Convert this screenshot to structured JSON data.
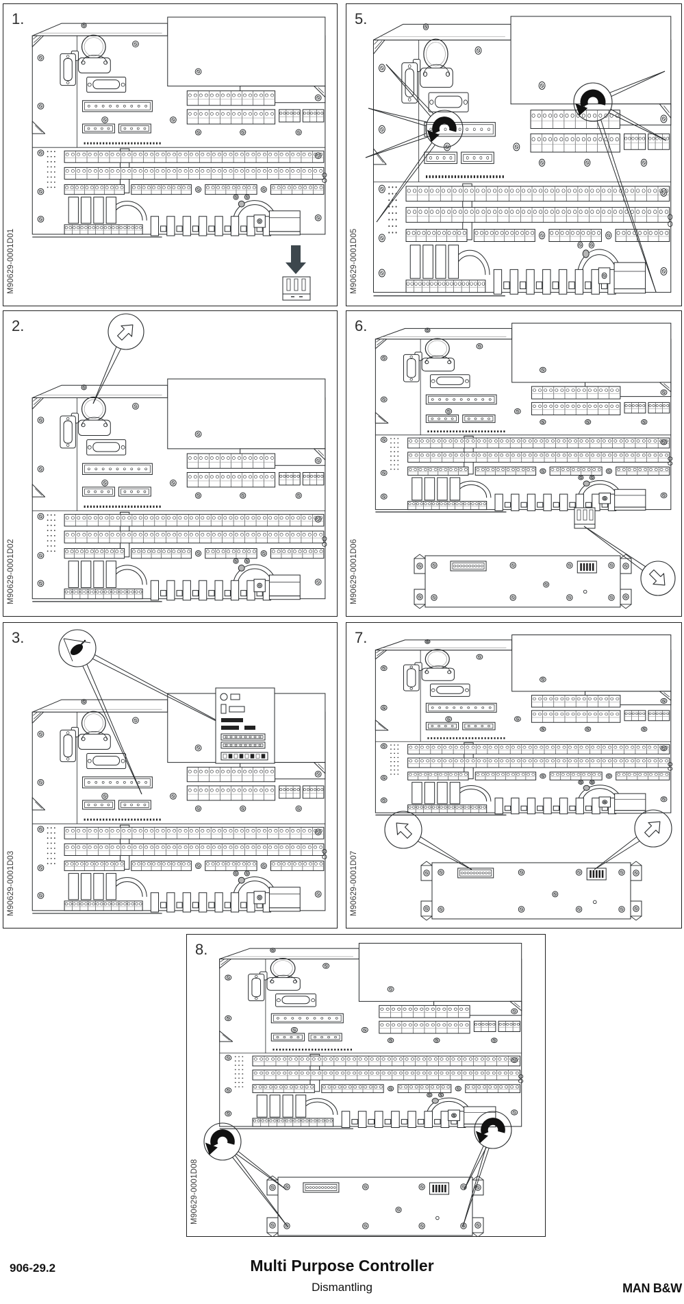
{
  "document": {
    "section_number": "906-29.2",
    "title": "Multi Purpose Controller",
    "subtitle": "Dismantling",
    "brand": "MAN B&W"
  },
  "panels": [
    {
      "step": "1.",
      "figure_id": "M90629-0001D01",
      "icons": [
        "arrow-down-icon",
        "removed-plug-icon"
      ]
    },
    {
      "step": "2.",
      "figure_id": "M90629-0001D02",
      "icons": [
        "arrow-up-right-circle-icon"
      ]
    },
    {
      "step": "3.",
      "figure_id": "M90629-0001D03",
      "icons": [
        "marker-pen-circle-icon",
        "switch-inset-panel"
      ]
    },
    {
      "step": "5.",
      "figure_id": "M90629-0001D05",
      "icons": [
        "rotate-counterclockwise-icon",
        "rotate-counterclockwise-icon"
      ]
    },
    {
      "step": "6.",
      "figure_id": "M90629-0001D06",
      "icons": [
        "arrow-down-right-circle-icon"
      ]
    },
    {
      "step": "7.",
      "figure_id": "M90629-0001D07",
      "icons": [
        "arrow-up-left-circle-icon",
        "arrow-up-right-circle-icon"
      ]
    },
    {
      "step": "8.",
      "figure_id": "M90629-0001D08",
      "icons": [
        "rotate-counterclockwise-icon",
        "rotate-counterclockwise-icon"
      ]
    }
  ]
}
